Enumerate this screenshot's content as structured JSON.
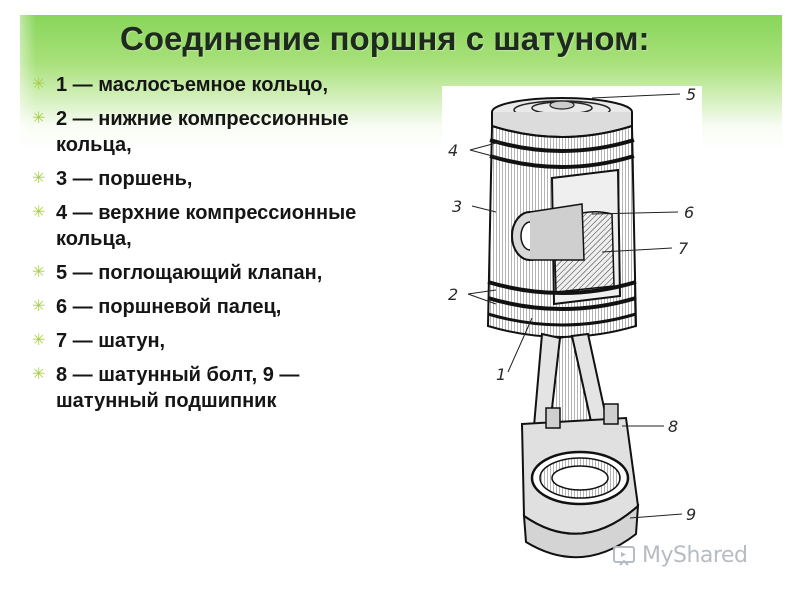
{
  "title": "Соединение поршня с шатуном:",
  "legend": [
    "1 — маслосъемное кольцо,",
    "2 — нижние компрессионные кольца,",
    "3 — поршень,",
    "4 — верхние компрессионные кольца,",
    "5 — поглощающий клапан,",
    "6 — поршневой палец,",
    "7 — шатун,",
    "8 — шатунный болт, 9 — шатунный подшипник"
  ],
  "bullet_glyph": "✳",
  "diagram": {
    "callouts": [
      "5",
      "4",
      "3",
      "6",
      "7",
      "2",
      "1",
      "8",
      "9"
    ]
  },
  "watermark": {
    "text": "MyShared",
    "icon": "myshared-logo-icon"
  },
  "colors": {
    "banner_green": "#88d65a",
    "bullet_green": "#a8cf46",
    "title": "#1f2a1f"
  }
}
